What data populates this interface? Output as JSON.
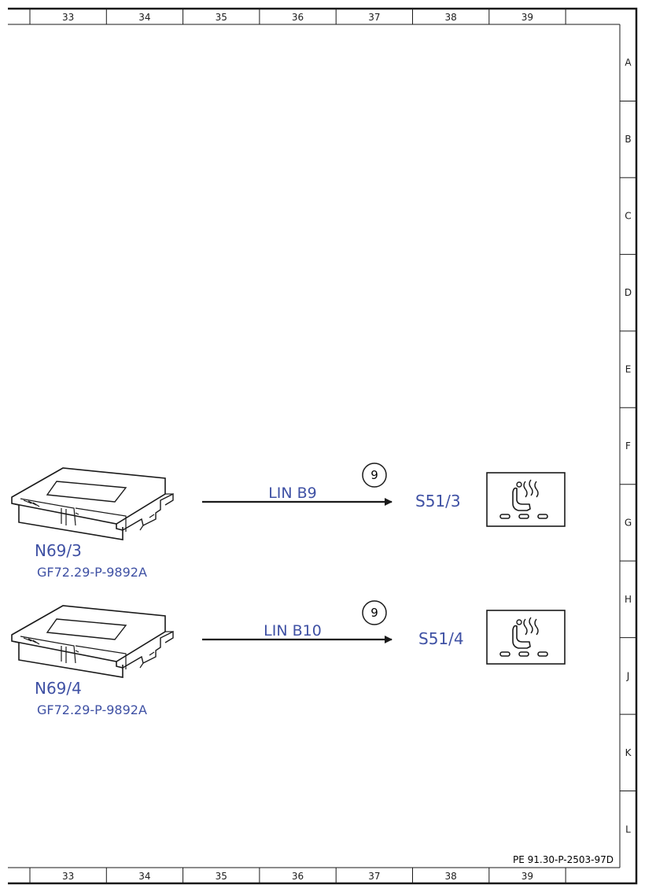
{
  "frame": {
    "columns": [
      "33",
      "34",
      "35",
      "36",
      "37",
      "38",
      "39"
    ],
    "rows": [
      "A",
      "B",
      "C",
      "D",
      "E",
      "F",
      "G",
      "H",
      "J",
      "K",
      "L"
    ]
  },
  "document_ref": "PE 91.30-P-2503-97D",
  "connections": [
    {
      "module_code": "N69/3",
      "module_ref": "GF72.29-P-9892A",
      "bus_label": "LIN B9",
      "ref_marker": "9",
      "switch_code": "S51/3",
      "switch_icon": "seat-heater-switch-icon"
    },
    {
      "module_code": "N69/4",
      "module_ref": "GF72.29-P-9892A",
      "bus_label": "LIN B10",
      "ref_marker": "9",
      "switch_code": "S51/4",
      "switch_icon": "seat-heater-switch-icon"
    }
  ]
}
